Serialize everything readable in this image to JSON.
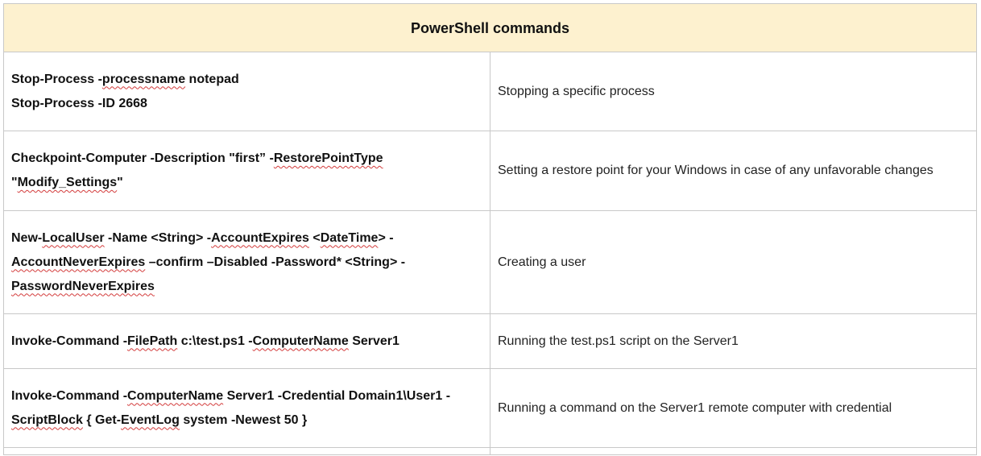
{
  "table": {
    "header": "PowerShell commands",
    "rows": [
      {
        "command_lines": [
          [
            "Stop-Process -",
            "processname",
            " notepad"
          ],
          [
            "Stop-Process -ID 2668"
          ]
        ],
        "description": "Stopping a specific process"
      },
      {
        "command_lines": [
          [
            "Checkpoint-Computer -Description \"first” -",
            "RestorePointType"
          ],
          [
            "\"",
            "Modify_Settings",
            "\""
          ]
        ],
        "description": "Setting a restore point for your Windows in case of any unfavorable changes"
      },
      {
        "command_lines": [
          [
            "New-",
            "LocalUser",
            " -Name <String> -",
            "AccountExpires",
            " <",
            "DateTime",
            "> -"
          ],
          [
            "AccountNeverExpires",
            " –confirm –Disabled -Password* <String> -"
          ],
          [
            "PasswordNeverExpires"
          ]
        ],
        "description": "Creating a user"
      },
      {
        "command_lines": [
          [
            "Invoke-Command -",
            "FilePath",
            " c:\\test.ps1 -",
            "ComputerName",
            " Server1"
          ]
        ],
        "description": "Running the test.ps1 script on the Server1"
      },
      {
        "command_lines": [
          [
            "Invoke-Command -",
            "ComputerName",
            " Server1 -Credential Domain1\\User1 -"
          ],
          [
            "ScriptBlock",
            " { Get-",
            "EventLog",
            " system -Newest 50 }"
          ]
        ],
        "description": "Running a command on the Server1 remote computer with credential"
      }
    ]
  }
}
